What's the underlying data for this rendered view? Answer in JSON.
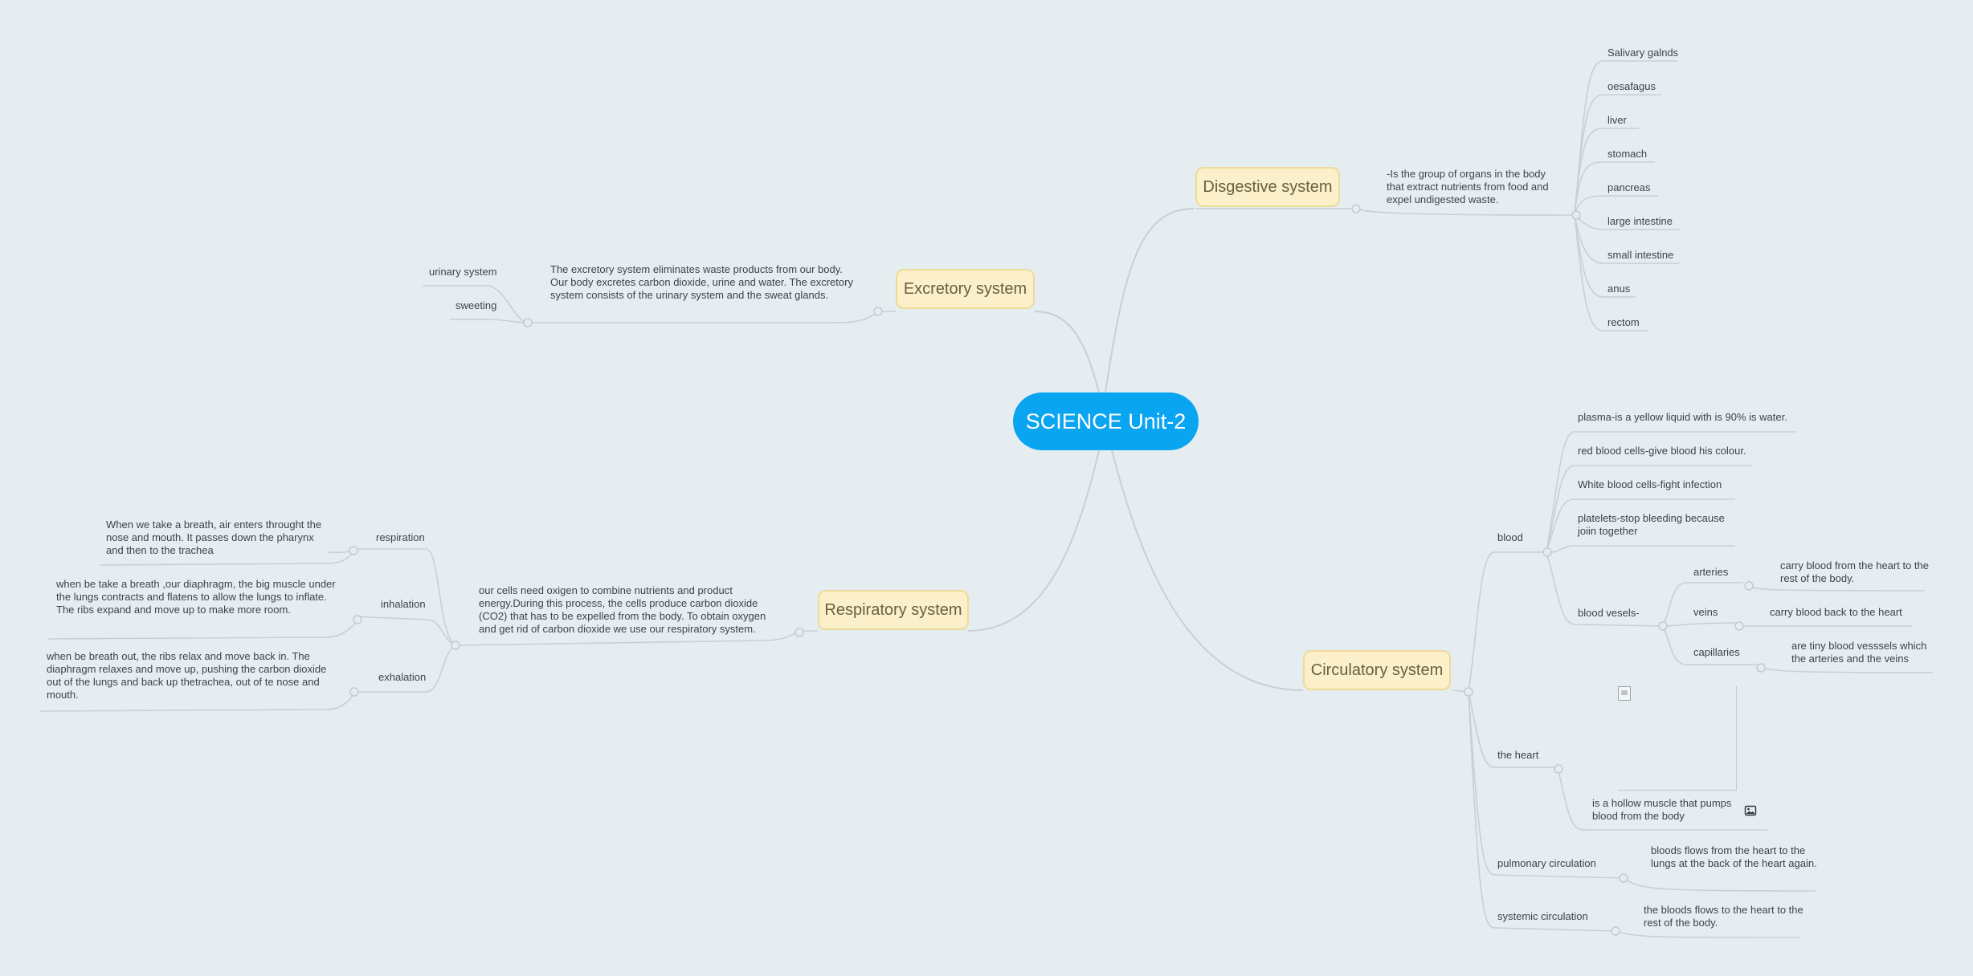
{
  "root": {
    "label": "SCIENCE Unit-2"
  },
  "digestive": {
    "label": "Disgestive system",
    "description": "-Is the group of organs in the body that extract nutrients from food and expel undigested waste.",
    "organs": [
      "Salivary galnds",
      "oesafagus",
      "liver",
      "stomach",
      "pancreas",
      "large intestine",
      "small intestine",
      "anus",
      "rectom"
    ]
  },
  "excretory": {
    "label": "Excretory system",
    "description": "The excretory system eliminates waste products from our body. Our body excretes carbon dioxide, urine and water. The excretory system consists of the urinary system and the sweat glands.",
    "children": [
      "urinary system",
      "sweeting"
    ]
  },
  "respiratory": {
    "label": "Respiratory system",
    "description": "our cells need oxigen to combine nutrients and product energy.During this process, the cells produce carbon dioxide (CO2) that has to be expelled from the body. To obtain oxygen and get rid of carbon dioxide we use our respiratory system.",
    "respiration": {
      "label": "respiration",
      "text": "When we take a breath, air enters throught the nose and mouth. It passes down the pharynx and then to the trachea"
    },
    "inhalation": {
      "label": "inhalation",
      "text": "when be take a breath ,our diaphragm, the big muscle under the lungs contracts and flatens to allow the lungs to inflate. The ribs expand and move up to make more room."
    },
    "exhalation": {
      "label": "exhalation",
      "text": "when be breath out, the ribs relax and move back in. The diaphragm relaxes and move up, pushing the carbon dioxide out of the lungs and back up thetrachea, out of te nose and mouth."
    }
  },
  "circulatory": {
    "label": "Circulatory system",
    "blood": {
      "label": "blood",
      "items": [
        "plasma-is a yellow liquid with is 90% is water.",
        "red blood cells-give blood his colour.",
        "White blood cells-fight infection",
        "platelets-stop bleeding because joiin together"
      ],
      "vessels": {
        "label": "blood vesels-",
        "arteries": {
          "label": "arteries",
          "text": "carry blood from the heart to the rest of the body."
        },
        "veins": {
          "label": "veins",
          "text": "carry blood back to the heart"
        },
        "capillaries": {
          "label": "capillaries",
          "text": "are tiny blood vesssels which the arteries and the veins"
        }
      }
    },
    "heart": {
      "label": "the heart",
      "text": "is a hollow muscle that pumps blood from the body"
    },
    "pulmonary": {
      "label": "pulmonary circulation",
      "text": "bloods flows from the heart to the lungs at the back of the heart again."
    },
    "systemic": {
      "label": "systemic circulation",
      "text": "the bloods flows to the heart to the rest of the body."
    }
  },
  "colors": {
    "background": "#e6edf1",
    "root": "#0aa5f0",
    "topic_fill": "#fbf0c9",
    "topic_border": "#eedb97",
    "line": "#c4cbd0"
  }
}
